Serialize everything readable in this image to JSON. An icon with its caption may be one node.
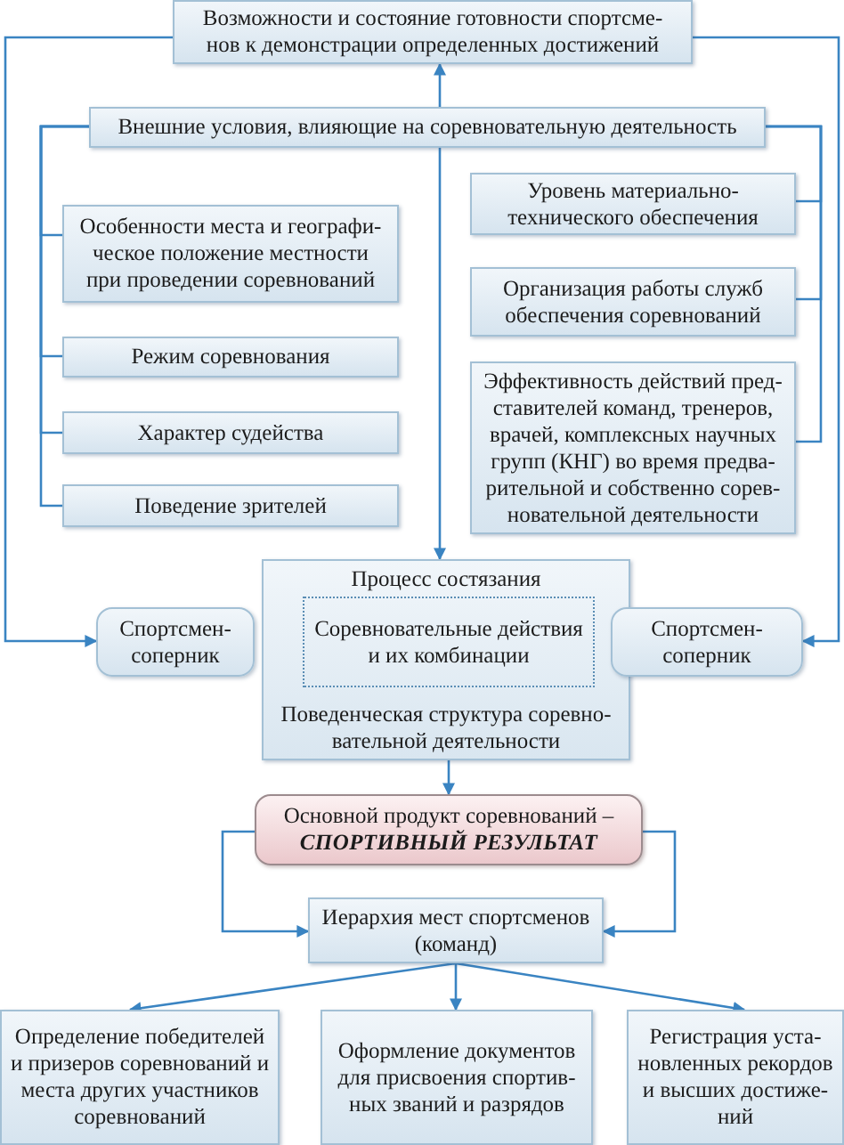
{
  "diagram": {
    "nodes": [
      {
        "text": [
          "Возможности и состояние готовности спортсме- нов к демонстрации определенных достижений"
        ]
      },
      {
        "text": [
          "Внешние условия, влияющие на соревновательную деятельность"
        ]
      },
      {
        "text": [
          "Особенности места и географи- ческое положение местности при проведении соревнований"
        ]
      },
      {
        "text": [
          "Режим соревнования"
        ]
      },
      {
        "text": [
          "Характер судейства"
        ]
      },
      {
        "text": [
          "Поведение зрителей"
        ]
      },
      {
        "text": [
          "Уровень материально- технического обеспечения"
        ]
      },
      {
        "text": [
          "Организация работы служб обеспечения соревнований"
        ]
      },
      {
        "text": [
          "Эффективность действий пред- ставителей команд, тренеров, врачей, комплексных научных групп (КНГ) во время предва- рительной и собственно сорев- новательной деятельности"
        ]
      },
      {
        "text": [
          "Спортсмен- соперник"
        ]
      },
      {
        "text": [
          "Процесс состязания",
          "Поведенческая структура соревно- вательной деятельности"
        ]
      },
      {
        "text": [
          "Соревновательные действия и их комбинации"
        ],
        "in": 10
      },
      {
        "text": [
          "Спортсмен- соперник"
        ]
      },
      {
        "text": [
          "Основной продукт соревнований – **СПОРТИВНЫЙ РЕЗУЛЬТАТ**"
        ]
      },
      {
        "text": [
          "Иерархия мест спортсменов (команд)"
        ]
      },
      {
        "text": [
          "Определение победителей и призеров соревнований и места других участников соревнований"
        ]
      },
      {
        "text": [
          "Оформление документов для присвоения спортив- ных званий и разрядов"
        ]
      },
      {
        "text": [
          "Регистрация уста- новленных рекордов и высших достиже- ний"
        ]
      }
    ],
    "edges": [
      {
        "from": 1,
        "to": 0,
        "arrow": "to"
      },
      {
        "from": 0,
        "to": 9,
        "arrow": "to"
      },
      {
        "from": 0,
        "to": 12,
        "arrow": "to"
      },
      {
        "from": 1,
        "to": 2,
        "arrow": "none"
      },
      {
        "from": 1,
        "to": 3,
        "arrow": "none"
      },
      {
        "from": 1,
        "to": 4,
        "arrow": "none"
      },
      {
        "from": 1,
        "to": 5,
        "arrow": "none"
      },
      {
        "from": 1,
        "to": 6,
        "arrow": "none"
      },
      {
        "from": 1,
        "to": 7,
        "arrow": "none"
      },
      {
        "from": 1,
        "to": 8,
        "arrow": "none"
      },
      {
        "from": 1,
        "to": 10,
        "arrow": "to"
      },
      {
        "from": 10,
        "to": 13,
        "arrow": "to"
      },
      {
        "from": 13,
        "to": 14,
        "arrow": "to"
      },
      {
        "from": 13,
        "to": 14,
        "arrow": "to"
      },
      {
        "from": 14,
        "to": 15,
        "arrow": "to"
      },
      {
        "from": 14,
        "to": 16,
        "arrow": "to"
      },
      {
        "from": 14,
        "to": 17,
        "arrow": "to"
      }
    ]
  }
}
